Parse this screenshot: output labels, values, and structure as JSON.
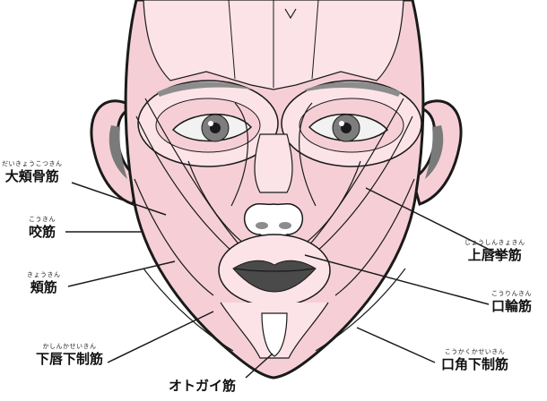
{
  "colors": {
    "muscle_fill": "#f6cfd6",
    "muscle_light": "#fbe3e8",
    "outline": "#1a1a1a",
    "lips": "#4a4a4a",
    "eye_white": "#f2f2f2",
    "iris": "#7d7d7d",
    "brow": "#8c8c8c"
  },
  "labels": {
    "daikyokotsukin": {
      "name": "大頬骨筋",
      "ruby": "だいきょうこつきん"
    },
    "kokin": {
      "name": "咬筋",
      "ruby": "こうきん"
    },
    "kyokin": {
      "name": "頬筋",
      "ruby": "きょうきん"
    },
    "kashinkaseikin": {
      "name": "下唇下制筋",
      "ruby": "かしんかせいきん"
    },
    "otogai": {
      "name": "オトガイ筋",
      "ruby": ""
    },
    "joshinkyokin": {
      "name": "上唇挙筋",
      "ruby": "じょうしんきょきん"
    },
    "korinkin": {
      "name": "口輪筋",
      "ruby": "こうりんきん"
    },
    "kokakukaseikin": {
      "name": "口角下制筋",
      "ruby": "こうかくかせいきん"
    }
  }
}
